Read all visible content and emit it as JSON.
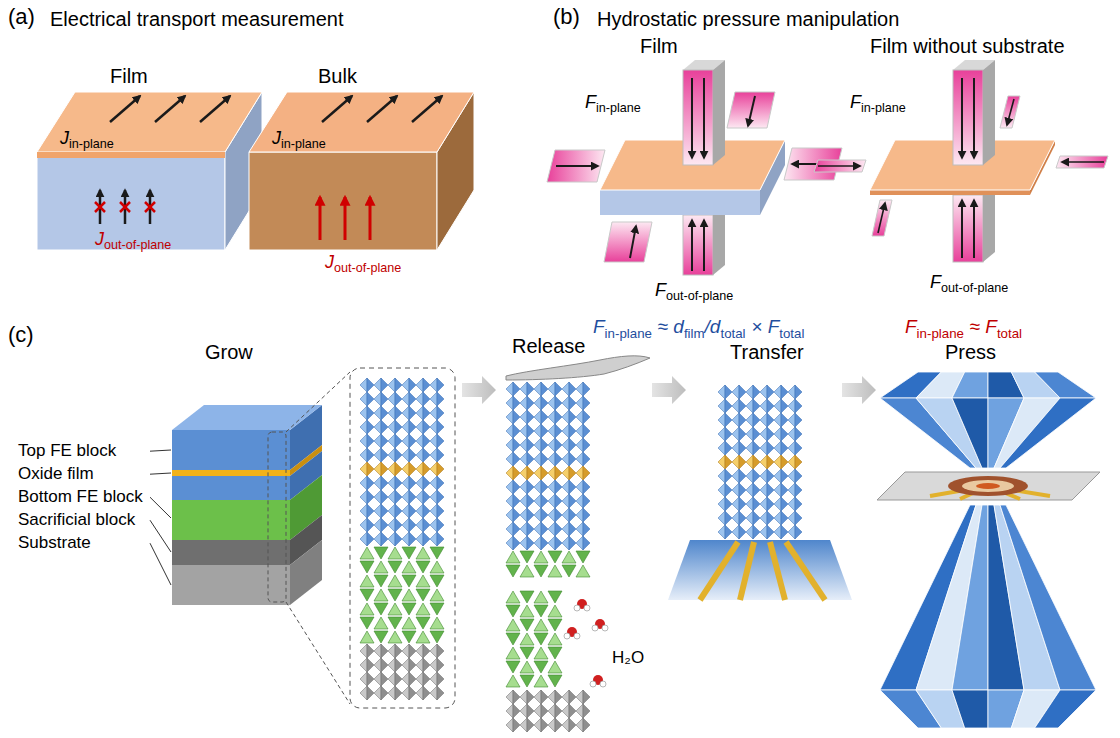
{
  "diagram": {
    "labels": [
      "(a)",
      "Electrical transport measurement",
      "Film",
      "Bulk",
      "J",
      "in-plane",
      "J",
      "out-of-plane",
      "J",
      "in-plane",
      "J",
      "out-of-plane",
      "(b)",
      "Hydrostatic pressure manipulation",
      "Film",
      "Film without substrate",
      "F",
      "in-plane",
      "F",
      "out-of-plane",
      "F",
      "in-plane",
      "F",
      "out-of-plane",
      "F",
      "in-plane",
      "≈ d",
      "film",
      "/d",
      "total",
      "× F",
      "total",
      "F",
      "in-plane",
      "≈ F",
      "total",
      "(c)",
      "Grow",
      "Release",
      "Transfer",
      "Press",
      "Top FE block",
      "Oxide film",
      "Bottom FE block",
      "Sacrificial block",
      "Substrate",
      "H₂O"
    ]
  }
}
